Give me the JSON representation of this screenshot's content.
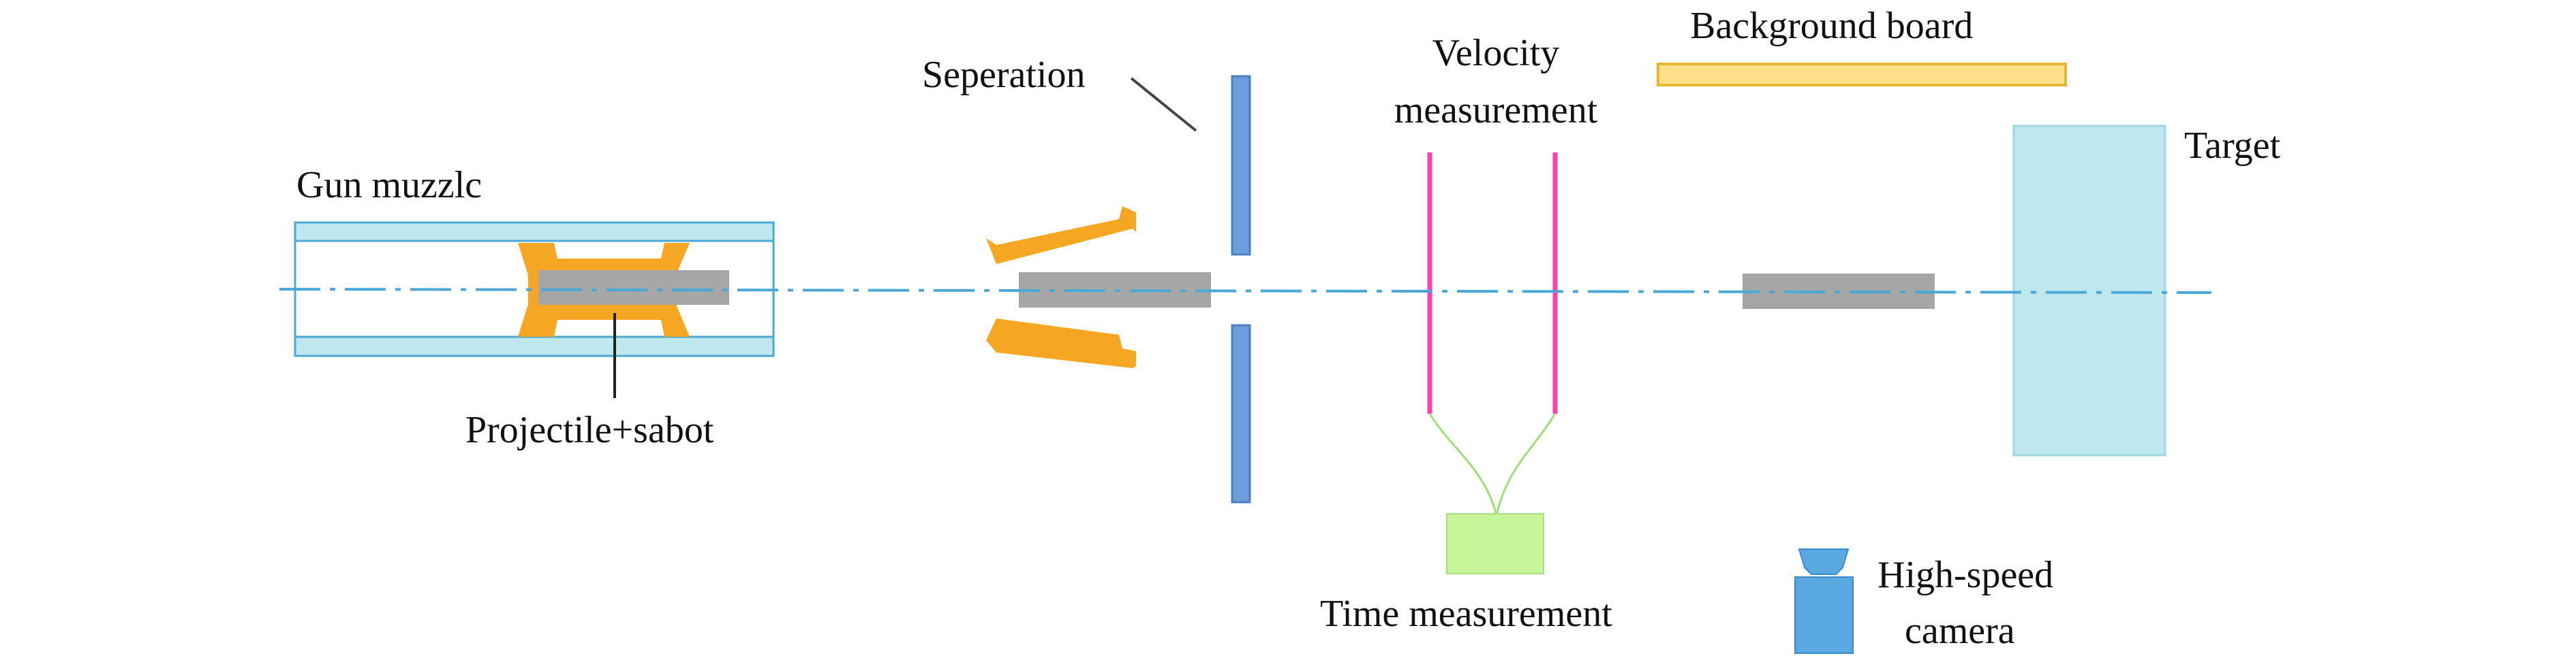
{
  "labels": {
    "gun_muzzle": "Gun muzzlc",
    "projectile_sabot": "Projectile+sabot",
    "separation": "Seperation",
    "velocity_line1": "Velocity",
    "velocity_line2": "measurement",
    "background_board": "Background board",
    "target": "Target",
    "time_measurement": "Time measurement",
    "camera_line1": "High-speed",
    "camera_line2": "camera"
  },
  "colors": {
    "axis": "#4aa8d8",
    "barrel_fill": "#bfe8ee",
    "barrel_stroke": "#4aa8d8",
    "sabot": "#f5a623",
    "projectile": "#a6a6a6",
    "separation_plate": "#6d9edc",
    "laser_line": "#ff3fae",
    "board_fill": "#ffe08a",
    "board_stroke": "#e6b830",
    "target": "#bfe8ee",
    "timer": "#c7f59a",
    "camera": "#5aa8e0"
  }
}
